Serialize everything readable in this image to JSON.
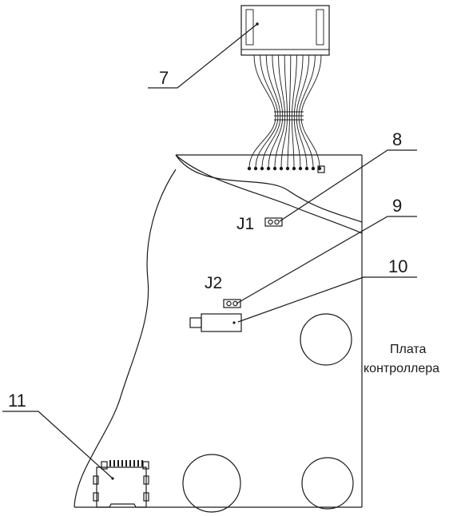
{
  "labels": {
    "connector": "7",
    "jumper_j1_callout": "8",
    "jumper_j2_callout": "9",
    "switch_callout": "10",
    "card_slot_callout": "11",
    "jumper_j1": "J1",
    "jumper_j2": "J2",
    "board_line1": "Плата",
    "board_line2": "контроллера"
  },
  "colors": {
    "ink": "#1a1a1a",
    "background": "#ffffff"
  }
}
